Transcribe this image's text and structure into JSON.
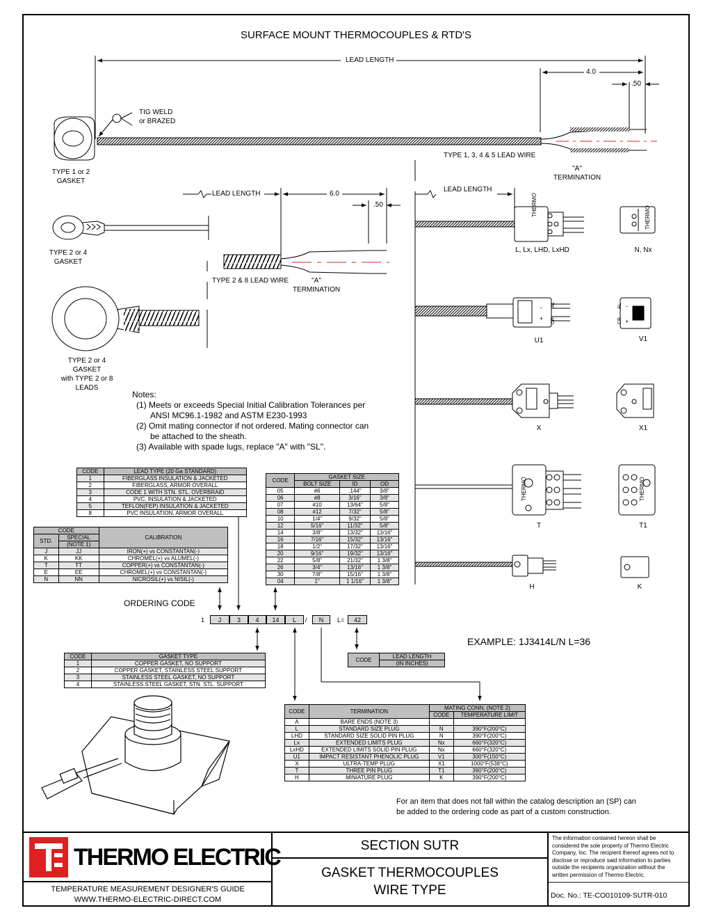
{
  "title": "SURFACE MOUNT THERMOCOUPLES & RTD'S",
  "dims": {
    "lead_length": "LEAD LENGTH",
    "d4": "4.0",
    "d50": ".50",
    "lead_length2": "LEAD  LENGTH",
    "d6": "6.0",
    "lead_length3": "LEAD  LENGTH"
  },
  "labels": {
    "tig_weld": "TIG WELD",
    "or_brazed": "or BRAZED",
    "type12_gasket_1": "TYPE 1 or 2",
    "type12_gasket_2": "GASKET",
    "type24_gasket_1": "TYPE 2 or 4",
    "type24_gasket_2": "GASKET",
    "type24b_1": "TYPE 2 or 4",
    "type24b_2": "GASKET",
    "type24b_3": "with TYPE  2 or 8",
    "type24b_4": "LEADS",
    "type1345": "TYPE 1, 3, 4 & 5 LEAD WIRE",
    "a_term_1": "\"A\"",
    "a_term_2": "TERMINATION",
    "type28": "TYPE 2 & 8 LEAD WIRE",
    "a_term_b1": "\"A\"",
    "a_term_b2": "TERMINATION"
  },
  "connectors": [
    {
      "label": "L, Lx, LHD, LxHD"
    },
    {
      "label": "N, Nx"
    },
    {
      "label": "U1"
    },
    {
      "label": "V1"
    },
    {
      "label": "X"
    },
    {
      "label": "X1"
    },
    {
      "label": "T"
    },
    {
      "label": "T1"
    },
    {
      "label": "H"
    },
    {
      "label": "K"
    }
  ],
  "connector_text": {
    "thermo": "THERMO",
    "al": "AL",
    "cr": "CR",
    "plus": "+",
    "minus": "-"
  },
  "notes": {
    "heading": "Notes:",
    "n1a": "(1) Meets or exceeds Special Initial Calibration Tolerances per",
    "n1b": "ANSI MC96.1-1982 and ASTM E230-1993",
    "n2a": "(2) Omit mating connector if not ordered.  Mating connector can",
    "n2b": "be attached to the sheath.",
    "n3": "(3) Available with spade lugs, replace \"A\" with \"SL\"."
  },
  "lead_type_table": {
    "headers": [
      "CODE",
      "LEAD TYPE (20 Ga STANDARD)"
    ],
    "rows": [
      [
        "1",
        "FIBERGLASS INSULATION & JACKETED"
      ],
      [
        "2",
        "FIBERGLASS, ARMOR OVERALL"
      ],
      [
        "3",
        "CODE 1 WITH STN. STL. OVERBRAID"
      ],
      [
        "4",
        "PVC, INSULATION & JACKETED"
      ],
      [
        "5",
        "TEFLON(FEP) INSULATION & JACKETED"
      ],
      [
        "8",
        "PVC INSULATION, ARMOR OVERALL"
      ]
    ]
  },
  "calibration_table": {
    "code": "CODE",
    "std": "STD.",
    "special": "SPECIAL",
    "special_note": "(NOTE 1)",
    "calibration": "CALIBRATION",
    "rows": [
      [
        "J",
        "JJ",
        "IRON(+) vs CONSTANTAN(-)"
      ],
      [
        "K",
        "KK",
        "CHROMEL(+) vs ALUMEL(-)"
      ],
      [
        "T",
        "TT",
        "COPPER(+) vs CONSTANTAN(-)"
      ],
      [
        "E",
        "EE",
        "CHROMEL(+) vs CONSTANTAN(-)"
      ],
      [
        "N",
        "NN",
        "NICROSIL(+) vs NISIL(-)"
      ]
    ]
  },
  "gasket_size_table": {
    "code": "CODE",
    "gasket_size": "GASKET SIZE",
    "bolt": "BOLT SIZE",
    "id": "ID",
    "od": "OD",
    "rows": [
      [
        "05",
        "#6",
        ".144\"",
        "3/8\""
      ],
      [
        "06",
        "#8",
        "3/16\"",
        "3/8\""
      ],
      [
        "07",
        "#10",
        "13/64\"",
        "5/8\""
      ],
      [
        "08",
        "#12",
        "7/32\"",
        "5/8\""
      ],
      [
        "10",
        "1/4\"",
        "9/32\"",
        "5/8\""
      ],
      [
        "12",
        "5/16\"",
        "11/32\"",
        "5/8\""
      ],
      [
        "14",
        "3/8\"",
        "13/32\"",
        "13/16\""
      ],
      [
        "16",
        "7/16\"",
        "15/32\"",
        "13/16\""
      ],
      [
        "18",
        "1/2\"",
        "17/32\"",
        "13/16\""
      ],
      [
        "20",
        "9/16\"",
        "19/32\"",
        "13/16\""
      ],
      [
        "22",
        "5/8\"",
        "21/32\"",
        "1 3/8\""
      ],
      [
        "26",
        "3/4\"",
        "13/16\"",
        "1 3/8\""
      ],
      [
        "30",
        "7/8\"",
        "15/16\"",
        "1 3/8\""
      ],
      [
        "04",
        "1\"",
        "1 1/16\"",
        "1 3/8\""
      ]
    ]
  },
  "ordering": {
    "label": "ORDERING CODE",
    "prefix": "1",
    "boxes": [
      "J",
      "3",
      "4",
      "14",
      "L"
    ],
    "slash": "/",
    "conn": "N",
    "l_eq": "L=",
    "length": "42",
    "example": "EXAMPLE: 1J3414L/N L=36"
  },
  "gasket_type_table": {
    "headers": [
      "CODE",
      "GASKET TYPE"
    ],
    "rows": [
      [
        "1",
        "COPPER GASKET, NO SUPPORT"
      ],
      [
        "2",
        "COPPER GASKET, STAINLESS STEEL SUPPORT"
      ],
      [
        "3",
        "STAINLESS STEEL GASKET, NO SUPPORT"
      ],
      [
        "4",
        "STAINLESS STEEL GASKET, STN. STL. SUPPORT"
      ]
    ]
  },
  "lead_length_table": {
    "code": "CODE",
    "h1": "LEAD LENGTH",
    "h2": "(IN INCHES)"
  },
  "termination_table": {
    "code": "CODE",
    "termination": "TERMINATION",
    "mating": "MATING CONN. (NOTE 2)",
    "mcode": "CODE",
    "temp": "TEMPERATURE LIMIT",
    "rows": [
      [
        "A",
        "BARE ENDS (NOTE 3)",
        "",
        ""
      ],
      [
        "L",
        "STANDARD SIZE PLUG",
        "N",
        "390°F(200°C)"
      ],
      [
        "LHD",
        "STANDARD SIZE SOLID PIN PLUG",
        "N",
        "390°F(200°C)"
      ],
      [
        "Lx",
        "EXTENDED LIMITS PLUG",
        "Nx",
        "660°F(320°C)"
      ],
      [
        "LxHD",
        "EXTENDED LIMITS SOLID PIN PLUG",
        "Nx",
        "660°F(320°C)"
      ],
      [
        "U1",
        "IMPACT RESISTANT PHENOLIC PLUG",
        "V1",
        "300°F(150°C)"
      ],
      [
        "X",
        "ULTRA-TEMP PLUG",
        "X1",
        "1000°F(538°C)"
      ],
      [
        "T",
        "THREE PIN PLUG",
        "T1",
        "390°F(200°C)"
      ],
      [
        "H",
        "MINIATURE PLUG",
        "K",
        "390°F(200°C)"
      ]
    ]
  },
  "custom_note_1": "For an item that does not fall within the catalog description an (SP) can",
  "custom_note_2": "be added to the ordering code as part of a custom construction.",
  "title_block": {
    "logo_text": "THERMO ELECTRIC",
    "guide": "TEMPERATURE MEASUREMENT DESIGNER'S GUIDE",
    "url": "WWW.THERMO-ELECTRIC-DIRECT.COM",
    "section": "SECTION SUTR",
    "title1": "GASKET THERMOCOUPLES",
    "title2": "WIRE TYPE",
    "disclaimer": [
      "The information contained hereon shall be",
      "considered the sole property of Thermo Electric",
      "Company, Inc. The recipient thereof agrees not to",
      "disclose or reproduce said information to parties",
      "outside the recipients organization without the",
      "written permission of Thermo Electric."
    ],
    "doc_no": "Doc. No.: TE-CO010109-SUTR-010"
  },
  "colors": {
    "logo_red": "#e02020",
    "header_gray": "#bfbfbf",
    "row_gray": "#e4e4e4",
    "centerline_red": "#e02020"
  }
}
